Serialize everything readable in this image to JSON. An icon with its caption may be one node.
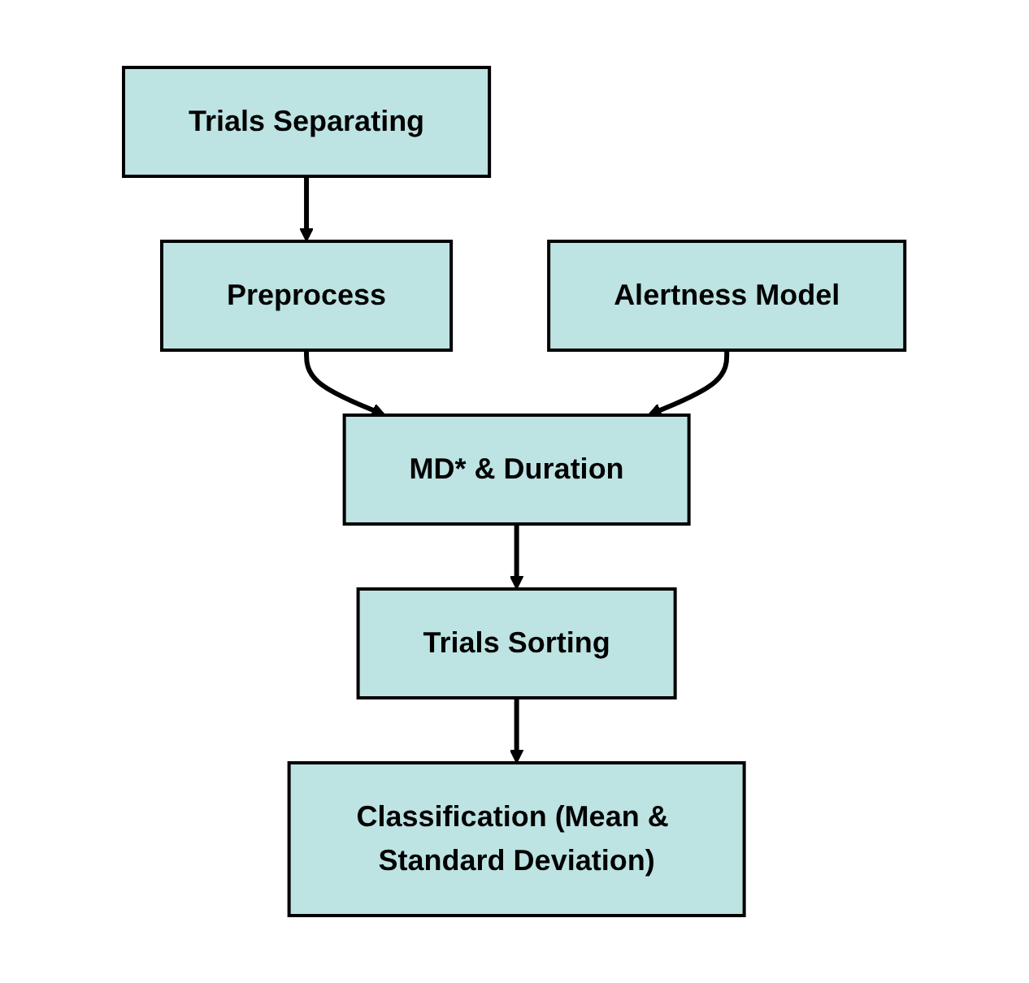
{
  "diagram": {
    "nodes": [
      {
        "text": [
          "Trials Separating"
        ]
      },
      {
        "text": [
          "Preprocess"
        ]
      },
      {
        "text": [
          "MD* & Duration"
        ]
      },
      {
        "text": [
          "Alertness Model"
        ]
      },
      {
        "text": [
          "Trials Sorting"
        ]
      },
      {
        "text": [
          "Classification (Mean & Standard Deviation)"
        ]
      }
    ],
    "edges": [
      {
        "from": 0,
        "to": 1,
        "arrow": "to"
      },
      {
        "from": 1,
        "to": 2,
        "arrow": "to"
      },
      {
        "from": 3,
        "to": 2,
        "arrow": "to"
      },
      {
        "from": 2,
        "to": 4,
        "arrow": "to"
      },
      {
        "from": 4,
        "to": 5,
        "arrow": "to"
      }
    ]
  }
}
